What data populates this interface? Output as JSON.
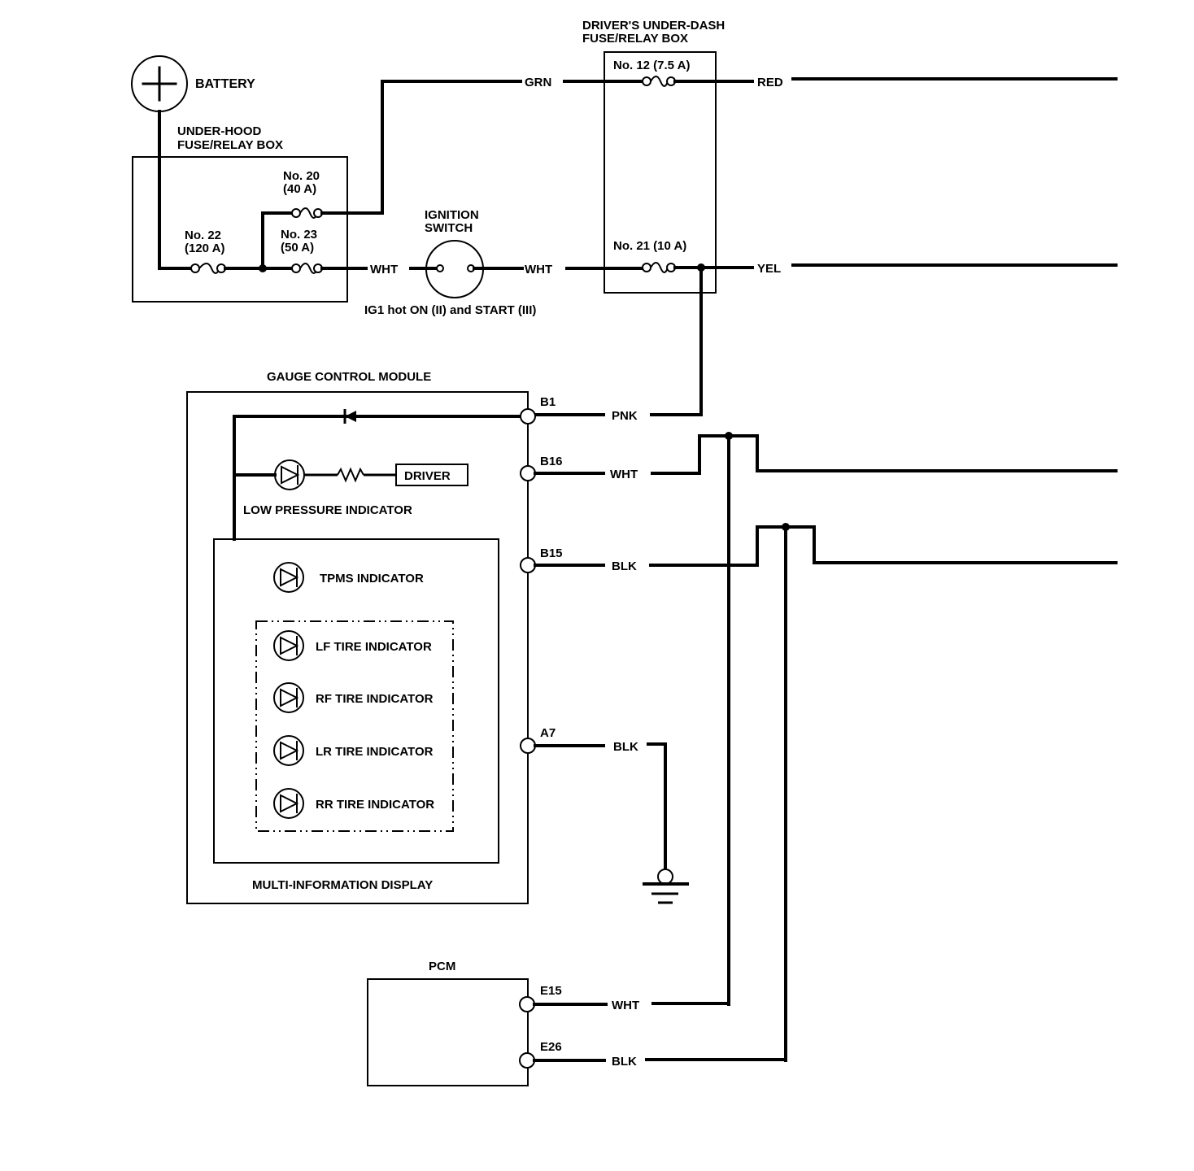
{
  "diagram": {
    "battery": {
      "label": "BATTERY",
      "icon": "battery-plus-icon"
    },
    "under_hood_box": {
      "title_line1": "UNDER-HOOD",
      "title_line2": "FUSE/RELAY BOX",
      "fuses": [
        {
          "id": "fuse-22",
          "name": "No. 22",
          "rating": "(120 A)"
        },
        {
          "id": "fuse-20",
          "name": "No. 20",
          "rating": "(40 A)"
        },
        {
          "id": "fuse-23",
          "name": "No. 23",
          "rating": "(50 A)"
        }
      ]
    },
    "ignition_switch": {
      "title_line1": "IGNITION",
      "title_line2": "SWITCH",
      "note": "IG1 hot ON (II) and START (III)"
    },
    "under_dash_box": {
      "title_line1": "DRIVER'S UNDER-DASH",
      "title_line2": "FUSE/RELAY BOX",
      "fuses": [
        {
          "id": "fuse-12",
          "label": "No. 12 (7.5 A)"
        },
        {
          "id": "fuse-21",
          "label": "No. 21 (10 A)"
        }
      ]
    },
    "wires": {
      "grn": "GRN",
      "red": "RED",
      "wht_hood": "WHT",
      "wht_ign": "WHT",
      "yel": "YEL",
      "pnk": "PNK",
      "wht_b16": "WHT",
      "blk_b15": "BLK",
      "blk_a7": "BLK",
      "wht_e15": "WHT",
      "blk_e26": "BLK"
    },
    "gauge_module": {
      "title": "GAUGE CONTROL MODULE",
      "terminals": [
        "B1",
        "B16",
        "B15",
        "A7"
      ],
      "driver_label": "DRIVER",
      "low_pressure_label": "LOW PRESSURE INDICATOR"
    },
    "multi_info_display": {
      "title": "MULTI-INFORMATION DISPLAY",
      "tpms_label": "TPMS INDICATOR",
      "tire_indicators": [
        "LF TIRE INDICATOR",
        "RF TIRE INDICATOR",
        "LR TIRE INDICATOR",
        "RR TIRE INDICATOR"
      ]
    },
    "pcm": {
      "title": "PCM",
      "terminals": [
        "E15",
        "E26"
      ]
    }
  }
}
